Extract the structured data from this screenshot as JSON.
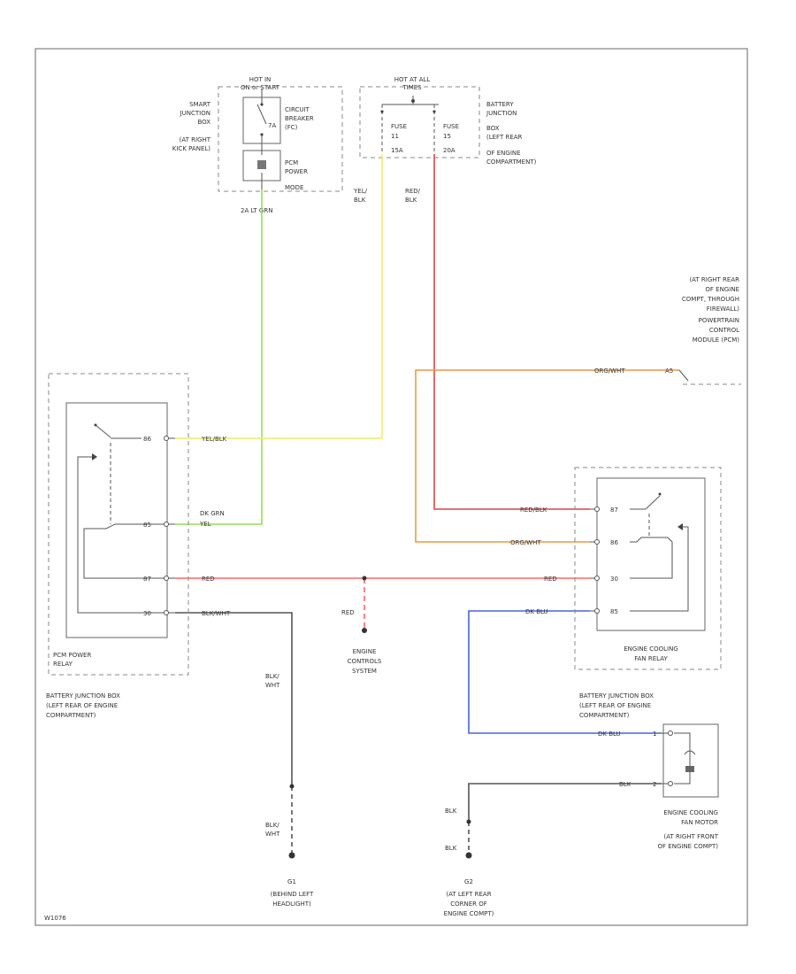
{
  "colors": {
    "grn": "#99dd55",
    "yel": "#eeee66",
    "red": "#dd4444",
    "org": "#ee9944",
    "blu": "#4466dd",
    "pnk": "#ff6666",
    "blk": "#555555"
  },
  "junction_top": {
    "hot_in": [
      "HOT IN",
      "ON or START"
    ],
    "hot_all": [
      "HOT AT ALL",
      "TIMES"
    ],
    "smart": [
      "SMART",
      "JUNCTION",
      "BOX",
      "(AT RIGHT",
      "KICK PANEL)"
    ],
    "breaker": [
      "CIRCUIT",
      "BREAKER",
      "(FC)"
    ],
    "breaker_amp": "7A",
    "pcm_power": [
      "PCM",
      "POWER",
      "MODE"
    ],
    "fuse11": [
      "FUSE",
      "11",
      "15A"
    ],
    "fuse15": [
      "FUSE",
      "15",
      "20A"
    ],
    "battery_box": [
      "BATTERY",
      "JUNCTION",
      "BOX",
      "(LEFT REAR",
      "OF ENGINE",
      "COMPARTMENT)"
    ],
    "wire_label": "2A  LT GRN"
  },
  "wire_labels": {
    "yel_blk": [
      "YEL/",
      "BLK"
    ],
    "red_blk": [
      "RED/",
      "BLK"
    ],
    "yel_blk_h": "YEL/BLK",
    "dk_grn": [
      "DK GRN",
      "YEL"
    ],
    "red_left": "RED",
    "red_right": "RED",
    "red_v": "RED",
    "blk_wht_h": "BLK/WHT",
    "red_blk_h": "RED/BLK",
    "org_wht_h": "ORG/WHT",
    "org_wht_top": "ORG/WHT",
    "dk_blu": "DK BLU",
    "dk_blu2": "DK BLU",
    "blk_g1a": [
      "BLK/",
      "WHT"
    ],
    "blk_g1b": [
      "BLK/",
      "WHT"
    ],
    "blk_g2a": "BLK",
    "blk_g2b": "BLK",
    "blk_motor": "BLK"
  },
  "pins": {
    "left_86": "86",
    "left_85": "85",
    "left_87": "87",
    "left_30": "30",
    "right_87": "87",
    "right_86": "86",
    "right_30": "30",
    "right_85": "85",
    "motor_1": "1",
    "motor_2": "2",
    "pcm_pin": "A5"
  },
  "labels": {
    "pcm_location": [
      "(AT RIGHT REAR",
      "OF ENGINE",
      "COMPT, THROUGH",
      "FIREWALL)",
      "POWERTRAIN",
      "CONTROL",
      "MODULE (PCM)"
    ],
    "pcm_relay": [
      "PCM POWER",
      "RELAY"
    ],
    "left_battery_box": [
      "BATTERY JUNCTION BOX",
      "(LEFT REAR OF ENGINE",
      "COMPARTMENT)"
    ],
    "engine_controls": [
      "ENGINE",
      "CONTROLS",
      "SYSTEM"
    ],
    "fan_relay": [
      "ENGINE COOLING",
      "FAN RELAY"
    ],
    "right_battery_box": [
      "BATTERY JUNCTION BOX",
      "(LEFT REAR OF ENGINE",
      "COMPARTMENT)"
    ],
    "fan_motor": [
      "ENGINE COOLING",
      "FAN MOTOR",
      "(AT RIGHT FRONT",
      "OF ENGINE COMPT)"
    ],
    "g1": [
      "G1",
      "(BEHIND LEFT",
      "HEADLIGHT)"
    ],
    "g2": [
      "G2",
      "(AT LEFT REAR",
      "CORNER OF",
      "ENGINE COMPT)"
    ],
    "code": "W1076"
  }
}
